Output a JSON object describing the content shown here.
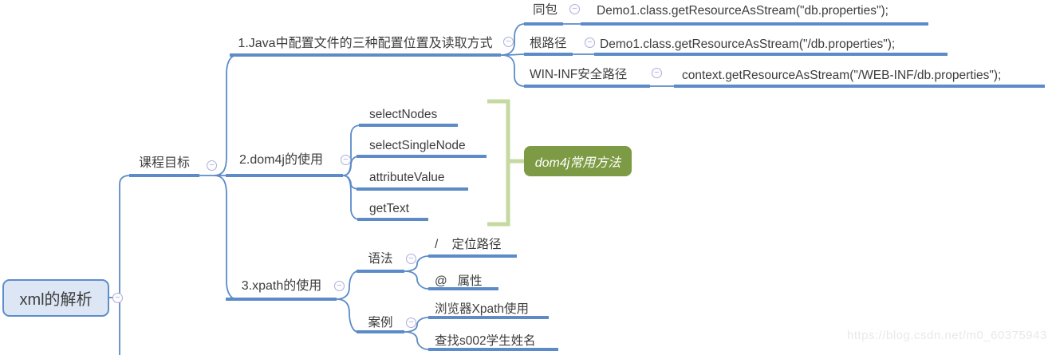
{
  "colors": {
    "line": "#5c8bc8",
    "bracket": "#c5d9a0",
    "root_fill": "#dce6f4",
    "root_border": "#5d8ec9",
    "callout_fill": "#7d9b44",
    "text": "#3d3d3d",
    "toggle_border": "#abaed8",
    "watermark": "#e9e9e9"
  },
  "icons": {
    "collapse": "−"
  },
  "root": {
    "label": "xml的解析"
  },
  "course": {
    "label": "课程目标"
  },
  "branch1": {
    "label": "1.Java中配置文件的三种配置位置及读取方式",
    "rows": [
      {
        "label": "同包",
        "code": "Demo1.class.getResourceAsStream(\"db.properties\");"
      },
      {
        "label": "根路径",
        "code": "Demo1.class.getResourceAsStream(\"/db.properties\");"
      },
      {
        "label": "WIN-INF安全路径",
        "code": "context.getResourceAsStream(\"/WEB-INF/db.properties\");"
      }
    ]
  },
  "branch2": {
    "label": "2.dom4j的使用",
    "methods": [
      "selectNodes",
      "selectSingleNode",
      "attributeValue",
      "getText"
    ],
    "callout": "dom4j常用方法"
  },
  "branch3": {
    "label": "3.xpath的使用",
    "syntax": {
      "label": "语法",
      "items": [
        "/    定位路径",
        "@   属性"
      ]
    },
    "cases": {
      "label": "案例",
      "items": [
        "浏览器Xpath使用",
        "查找s002学生姓名"
      ]
    }
  },
  "watermark": "https://blog.csdn.net/m0_60375943"
}
